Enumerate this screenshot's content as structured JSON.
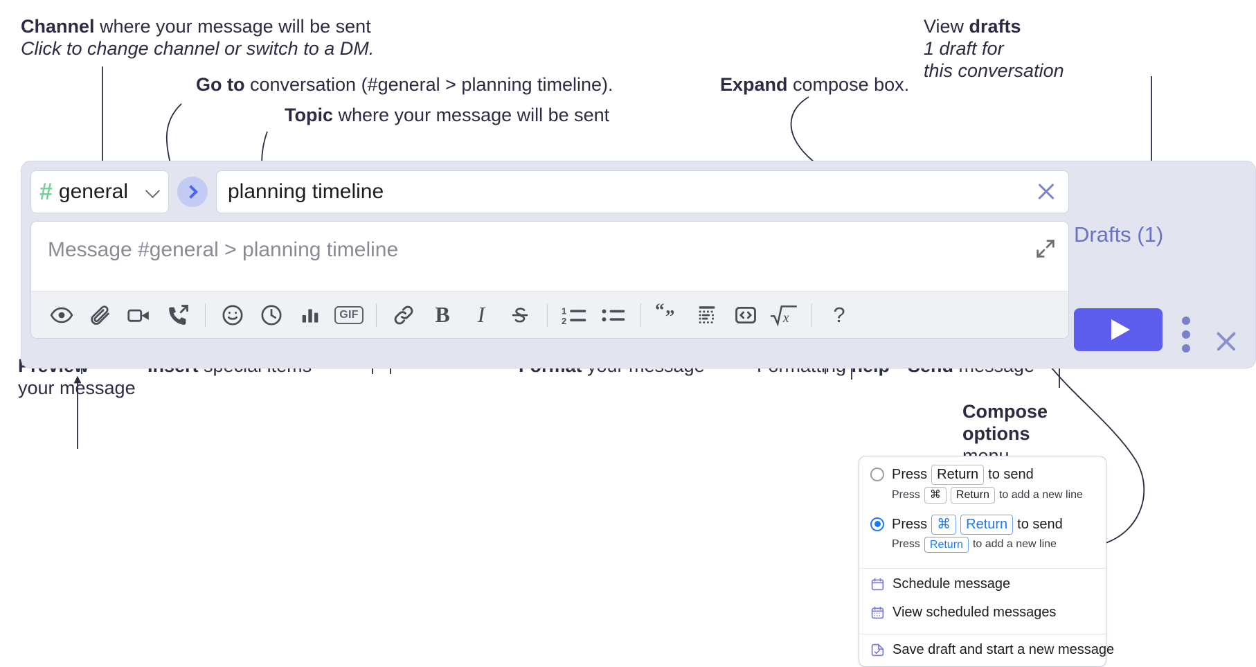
{
  "annotations": {
    "channel": {
      "strong": "Channel",
      "rest": " where your message will be sent",
      "sub": "Click to change channel or switch to a DM."
    },
    "goto": {
      "strong": "Go to",
      "rest": " conversation (#general > planning timeline)."
    },
    "topic": {
      "strong": "Topic",
      "rest": " where your message will be sent"
    },
    "expand": {
      "strong": "Expand",
      "rest": " compose box."
    },
    "drafts": {
      "lead": "View ",
      "strong": "drafts",
      "sub1": "1 draft for",
      "sub2": "this conversation"
    },
    "preview": {
      "strong": "Preview",
      "sub": "your message"
    },
    "insert": {
      "strong": "Insert",
      "rest": " special items"
    },
    "format": {
      "strong": "Format",
      "rest": " your message"
    },
    "help": {
      "lead": "Formatting ",
      "strong": "help"
    },
    "send": {
      "strong": "Send",
      "rest": " message"
    },
    "compose_options": {
      "line1": "Compose",
      "line2": "options",
      "line3": "menu"
    }
  },
  "compose": {
    "channel": {
      "hash": "#",
      "name": "general",
      "chevron_icon": "chevron-down-icon"
    },
    "goto_icon": "chevron-right-icon",
    "topic": {
      "value": "planning timeline",
      "clear_icon": "close-icon"
    },
    "message": {
      "placeholder": "Message #general > planning timeline",
      "value": "",
      "expand_icon": "expand-icon"
    },
    "drafts_label": "Drafts (1)",
    "send_icon": "send-paper-plane-icon",
    "kebab_icon": "more-options-icon",
    "close_icon": "close-icon",
    "toolbar": [
      {
        "name": "preview",
        "icon": "eye-icon"
      },
      {
        "name": "attach",
        "icon": "paperclip-icon"
      },
      {
        "name": "video-clip",
        "icon": "video-camera-icon"
      },
      {
        "name": "audio-clip",
        "icon": "phone-forward-icon"
      },
      {
        "sep": true
      },
      {
        "name": "emoji",
        "icon": "smiley-icon"
      },
      {
        "name": "schedule",
        "icon": "clock-icon"
      },
      {
        "name": "poll",
        "icon": "bar-chart-icon"
      },
      {
        "name": "gif",
        "icon": "gif-icon",
        "label": "GIF"
      },
      {
        "sep": true
      },
      {
        "name": "link",
        "icon": "link-icon"
      },
      {
        "name": "bold",
        "icon": "bold-icon",
        "label": "B"
      },
      {
        "name": "italic",
        "icon": "italic-icon",
        "label": "I"
      },
      {
        "name": "strikethrough",
        "icon": "strikethrough-icon",
        "label": "S"
      },
      {
        "sep": true
      },
      {
        "name": "ordered-list",
        "icon": "ordered-list-icon"
      },
      {
        "name": "bulleted-list",
        "icon": "bulleted-list-icon"
      },
      {
        "sep": true
      },
      {
        "name": "blockquote",
        "icon": "blockquote-icon"
      },
      {
        "name": "code-block",
        "icon": "code-block-icon"
      },
      {
        "name": "code",
        "icon": "code-icon"
      },
      {
        "name": "math",
        "icon": "math-icon"
      },
      {
        "sep": true
      },
      {
        "name": "formatting-help",
        "icon": "question-mark-icon",
        "label": "?"
      }
    ]
  },
  "menu": {
    "option_return": {
      "selected": false,
      "main_pre": "Press",
      "main_key": "Return",
      "main_post": "to send",
      "sub_pre": "Press",
      "sub_key1": "⌘",
      "sub_key2": "Return",
      "sub_post": "to add a new line"
    },
    "option_cmd_return": {
      "selected": true,
      "main_pre": "Press",
      "main_key1": "⌘",
      "main_key2": "Return",
      "main_post": "to send",
      "sub_pre": "Press",
      "sub_key": "Return",
      "sub_post": "to add a new line"
    },
    "items": [
      {
        "label": "Schedule message",
        "icon": "calendar-schedule-icon"
      },
      {
        "label": "View scheduled messages",
        "icon": "calendar-grid-icon"
      },
      {
        "label": "Save draft and start a new message",
        "icon": "save-draft-icon"
      }
    ]
  },
  "colors": {
    "panel_bg": "#e2e5f0",
    "toolbar_bg": "#f0f1f5",
    "send_button": "#5c5ced",
    "accent_link": "#6b72c4",
    "hash_green": "#6fd39a",
    "goto_blue": "#4a67e8",
    "radio_blue": "#1d7afc",
    "text": "#2b2b41"
  }
}
